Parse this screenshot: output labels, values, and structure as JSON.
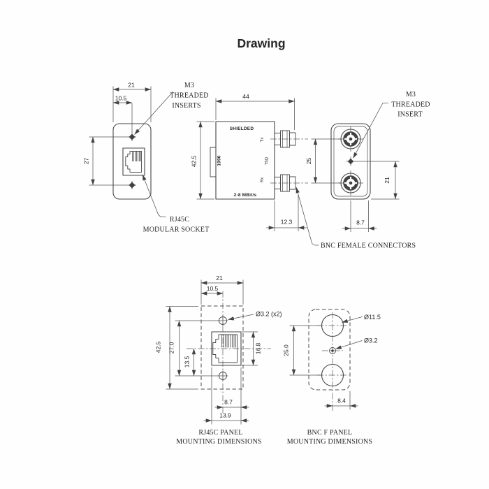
{
  "title": "Drawing",
  "front_view": {
    "dim_width": "21",
    "dim_hole_offset": "10.5",
    "dim_hole_spacing": "27",
    "m3_label": [
      "M3",
      "THREADED",
      "INSERTS"
    ],
    "socket_label": [
      "RJ45C",
      "MODULAR SOCKET"
    ]
  },
  "side_view": {
    "dim_depth": "44",
    "dim_height": "42.5",
    "dim_bnc_length": "12.3",
    "marking_top": "SHIELDED",
    "marking_model": "1990",
    "marking_rate": "2-8 MBit/s",
    "port_top": "Tx",
    "port_mid": "75Ω",
    "port_bottom": "Rx",
    "bnc_label": "BNC FEMALE CONNECTORS"
  },
  "rear_view": {
    "dim_connector_spacing": "25",
    "dim_insert_offset": "21",
    "dim_edge_offset": "8.7",
    "m3_label": [
      "M3",
      "THREADED",
      "INSERT"
    ]
  },
  "rj45_panel": {
    "dim_width": "21",
    "dim_hole_offset": "10.5",
    "dim_height": "42.5",
    "dim_hole_spacing": "27.0",
    "dim_center_to_hole": "13.5",
    "dim_cutout_height": "16.8",
    "dim_cutout_half_width": "8.7",
    "dim_cutout_width": "13.9",
    "hole_label": "Ø3.2 (x2)",
    "caption": [
      "RJ45C PANEL",
      "MOUNTING DIMENSIONS"
    ]
  },
  "bnc_panel": {
    "dim_hole_spacing": "25.0",
    "dim_edge_offset": "8.4",
    "hole_large_label": "Ø11.5",
    "hole_small_label": "Ø3.2",
    "caption": [
      "BNC F PANEL",
      "MOUNTING DIMENSIONS"
    ]
  }
}
